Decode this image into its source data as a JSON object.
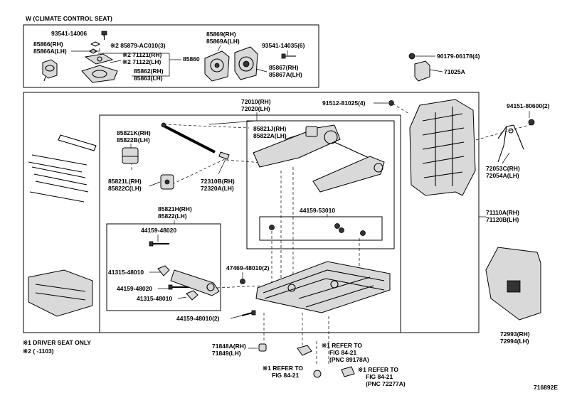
{
  "header": {
    "title": "W (CLIMATE CONTROL SEAT)"
  },
  "labels": {
    "p93541_14006": "93541-14006",
    "p85866": "85866(RH)",
    "p85866a": "85866A(LH)",
    "p85879": "※2 85879-AC010(3)",
    "p71121": "※2 71121(RH)",
    "p71122": "※2 71122(LH)",
    "p85860": "85860",
    "p85862": "85862(RH)",
    "p85863": "85863(LH)",
    "p85869": "85869(RH)",
    "p85869a": "85869A(LH)",
    "p93541_14035": "93541-14035(6)",
    "p85867": "85867(RH)",
    "p85867a": "85867A(LH)",
    "p90179": "90179-06178(4)",
    "p71025a": "71025A",
    "p72010": "72010(RH)",
    "p72020": "72020(LH)",
    "p91512": "91512-81025(4)",
    "p94151": "94151-80600(2)",
    "p85821k": "85821K(RH)",
    "p85822b": "85822B(LH)",
    "p85821j": "85821J(RH)",
    "p85822a": "85822A(LH)",
    "p85821l": "85821L(RH)",
    "p85822c": "85822C(LH)",
    "p72310b": "72310B(RH)",
    "p72320a": "72320A(LH)",
    "p72053c": "72053C(RH)",
    "p72054a": "72054A(LH)",
    "p44159_53010": "44159-53010",
    "p85821h": "85821H(RH)",
    "p85822": "85822(LH)",
    "p71110a": "71110A(RH)",
    "p71120b": "71120B(LH)",
    "p44159_48020a": "44159-48020",
    "p41315_a": "41315-48010",
    "p47469": "47469-48010(2)",
    "p44159_48020b": "44159-48020",
    "p41315_b": "41315-48010",
    "p44159_48010": "44159-48010(2)",
    "p72993": "72993(RH)",
    "p72994": "72994(LH)",
    "p71848a": "71848A(RH)",
    "p71849": "71849(LH)",
    "ref1_a": "※1 REFER TO",
    "ref1_b": "FIG 84-21",
    "ref1_c": "(PNC 89178A)",
    "ref2_a": "※1 REFER TO",
    "ref2_b": "FIG 84-21",
    "ref3_a": "※1 REFER TO",
    "ref3_b": "FIG 84-21",
    "ref3_c": "(PNC 72277A)"
  },
  "footnotes": {
    "note1": "※1  DRIVER SEAT ONLY",
    "note2": "※2  (       -1103)"
  },
  "diagram_id": "716892E"
}
